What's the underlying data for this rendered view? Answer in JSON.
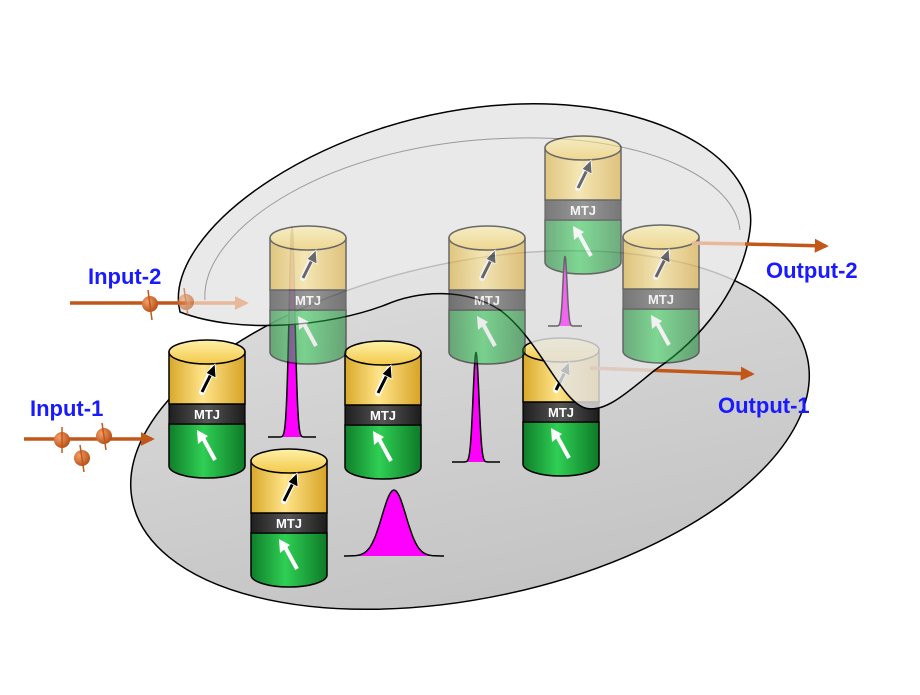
{
  "labels": {
    "input_1": "Input-1",
    "input_2": "Input-2",
    "output_1": "Output-1",
    "output_2": "Output-2"
  },
  "device_label": "MTJ",
  "device_count": 8,
  "colors": {
    "label_text": "#1a1aff",
    "arrow": "#c2571a",
    "free_layer": "#f4cf5c",
    "barrier": "#3a3a3a",
    "pinned_layer": "#18a83a",
    "distribution": "#ff00ff",
    "substrate_lower": "#cfcfcf",
    "substrate_upper": "#e6e6e6"
  },
  "icons": [
    "electron-spin-icon",
    "magnetization-arrow-icon",
    "distribution-curve-icon"
  ]
}
